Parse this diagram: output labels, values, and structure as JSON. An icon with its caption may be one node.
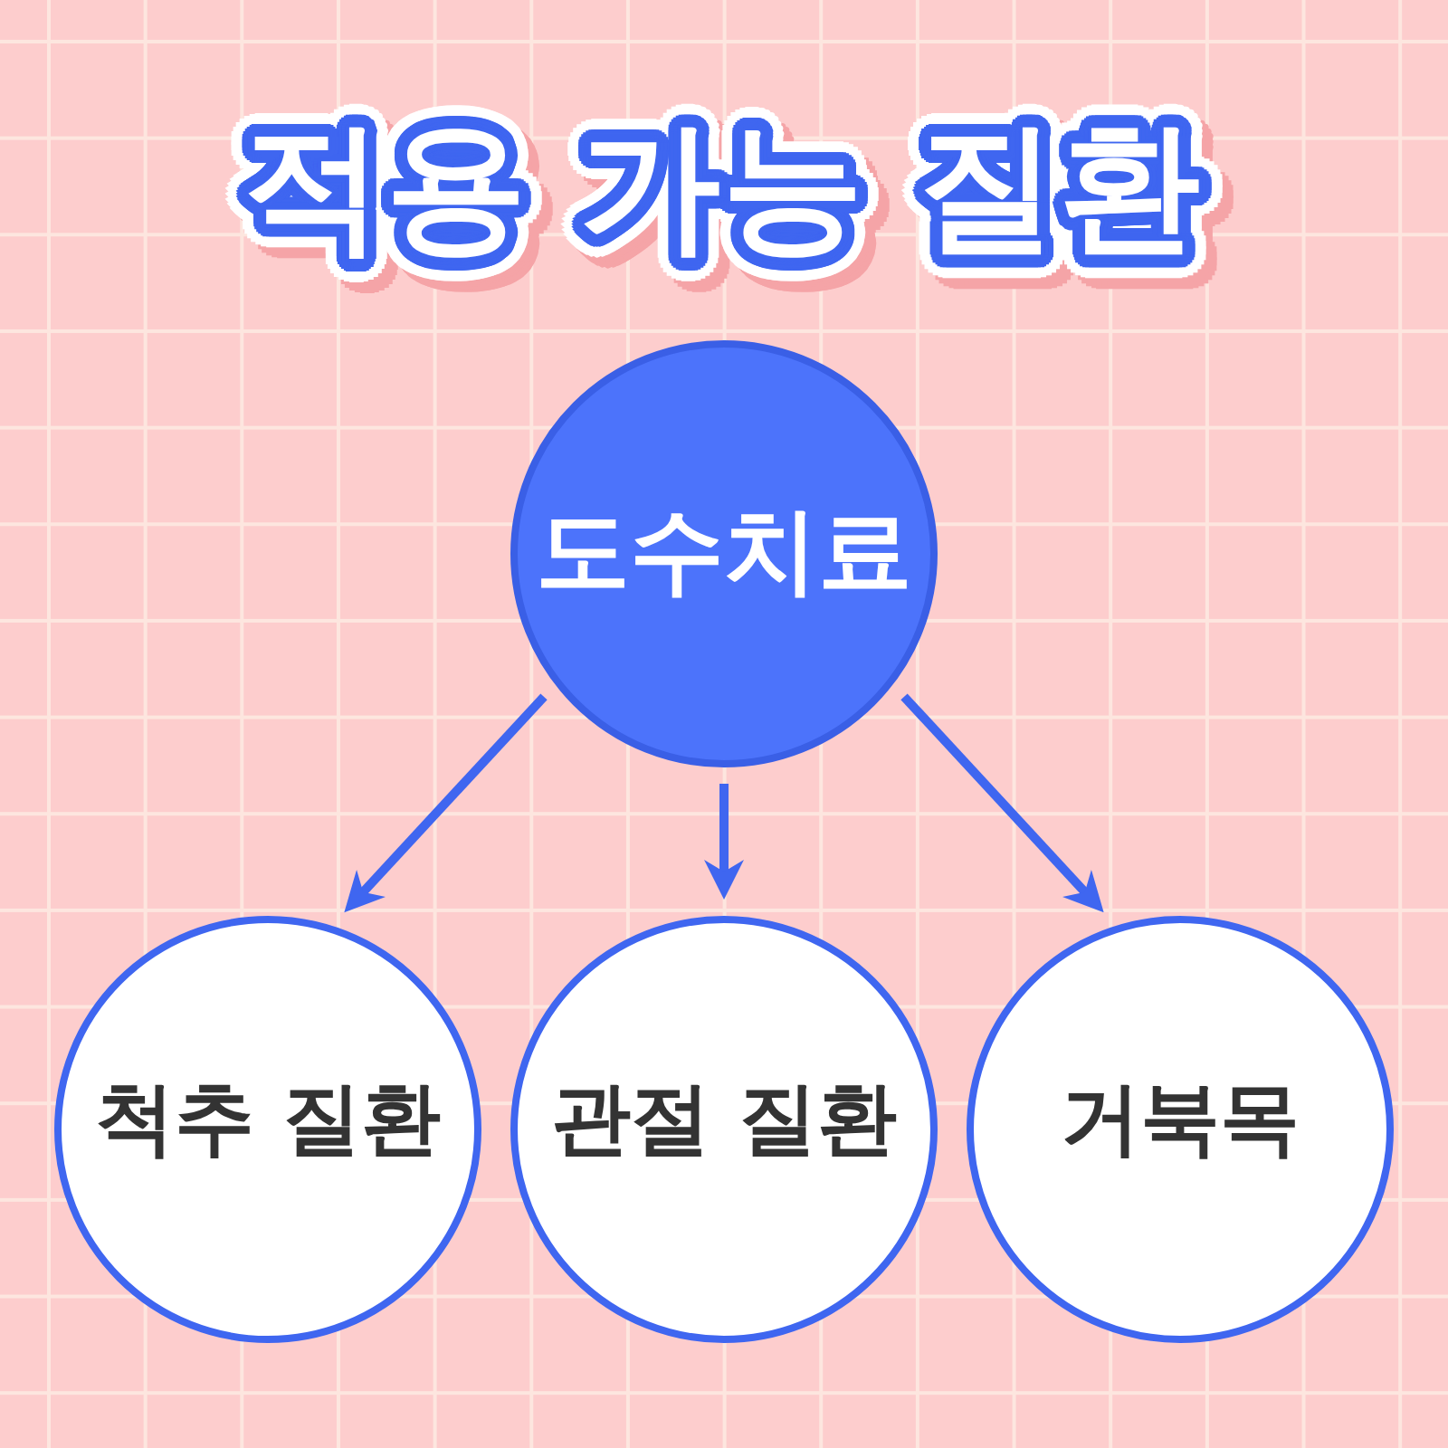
{
  "diagram": {
    "title": "적용 가능 질환",
    "nodes": [
      {
        "text": [
          "도수치료"
        ]
      },
      {
        "text": [
          "척추 질환"
        ]
      },
      {
        "text": [
          "관절 질환"
        ]
      },
      {
        "text": [
          "거북목"
        ]
      }
    ],
    "edges": [
      {
        "from": 0,
        "to": 1,
        "arrow": "to"
      },
      {
        "from": 0,
        "to": 2,
        "arrow": "to"
      },
      {
        "from": 0,
        "to": 3,
        "arrow": "to"
      }
    ]
  }
}
